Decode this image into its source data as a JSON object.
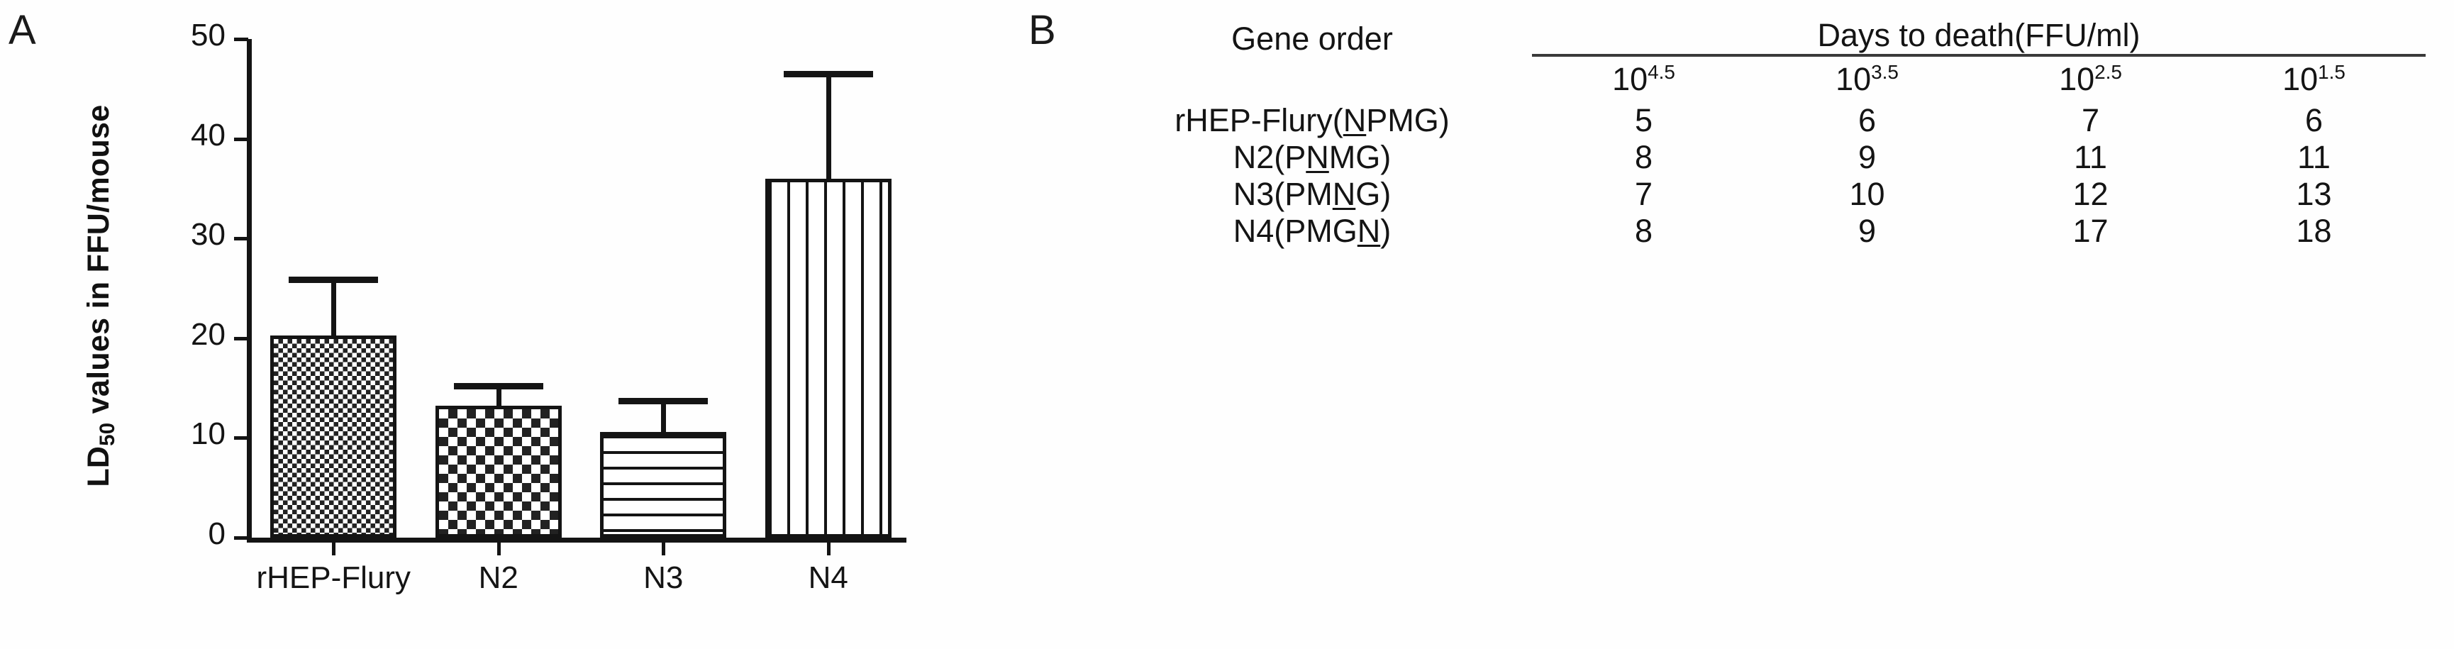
{
  "panel_a": {
    "letter": "A",
    "ylabel_prefix": "LD",
    "ylabel_sub": "50",
    "ylabel_suffix": " values in FFU/mouse"
  },
  "panel_b": {
    "letter": "B",
    "gene_order_header": "Gene order",
    "days_header": "Days to death(FFU/ml)",
    "dose_headers": [
      {
        "base": "10",
        "exp": "4.5"
      },
      {
        "base": "10",
        "exp": "3.5"
      },
      {
        "base": "10",
        "exp": "2.5"
      },
      {
        "base": "10",
        "exp": "1.5"
      }
    ],
    "rows": [
      {
        "pre": "rHEP-Flury(",
        "ul": "N",
        "post": "PMG)",
        "values": [
          "5",
          "6",
          "7",
          "6"
        ]
      },
      {
        "pre": "N2(P",
        "ul": "N",
        "post": "MG)",
        "values": [
          "8",
          "9",
          "11",
          "11"
        ]
      },
      {
        "pre": "N3(PM",
        "ul": "N",
        "post": "G)",
        "values": [
          "7",
          "10",
          "12",
          "13"
        ]
      },
      {
        "pre": "N4(PMG",
        "ul": "N",
        "post": ")",
        "values": [
          "8",
          "9",
          "17",
          "18"
        ]
      }
    ]
  },
  "chart_data": {
    "type": "bar",
    "title": "",
    "xlabel": "",
    "ylabel": "LD50 values in FFU/mouse",
    "ylim": [
      0,
      50
    ],
    "yticks": [
      0,
      10,
      20,
      30,
      40,
      50
    ],
    "grid": false,
    "legend": "none",
    "categories": [
      "rHEP-Flury",
      "N2",
      "N3",
      "N4"
    ],
    "values": [
      20.3,
      13.2,
      10.6,
      36.0
    ],
    "errors_upper": [
      5.9,
      2.3,
      3.4,
      10.8
    ],
    "fill_patterns": [
      "fine-checkerboard",
      "bold-checkerboard",
      "horizontal-lines",
      "vertical-lines"
    ]
  }
}
